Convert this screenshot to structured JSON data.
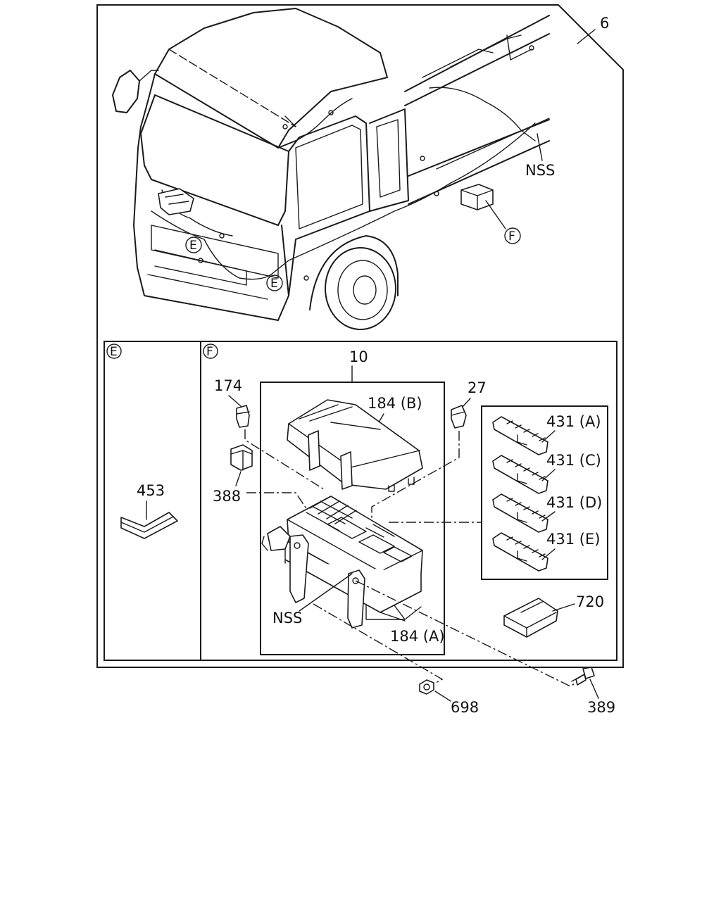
{
  "labels": {
    "main_callout": "6",
    "nss_top": "NSS",
    "ref_f_top": "F",
    "ref_e_1": "E",
    "ref_e_2": "E",
    "section_e": "E",
    "section_f": "F",
    "part_453": "453",
    "part_10": "10",
    "part_174": "174",
    "part_27": "27",
    "part_184b": "184 (B)",
    "part_388": "388",
    "part_431a": "431 (A)",
    "part_431c": "431 (C)",
    "part_431d": "431 (D)",
    "part_431e": "431 (E)",
    "part_720": "720",
    "nss_bottom": "NSS",
    "part_184a": "184 (A)",
    "part_698": "698",
    "part_389": "389"
  }
}
